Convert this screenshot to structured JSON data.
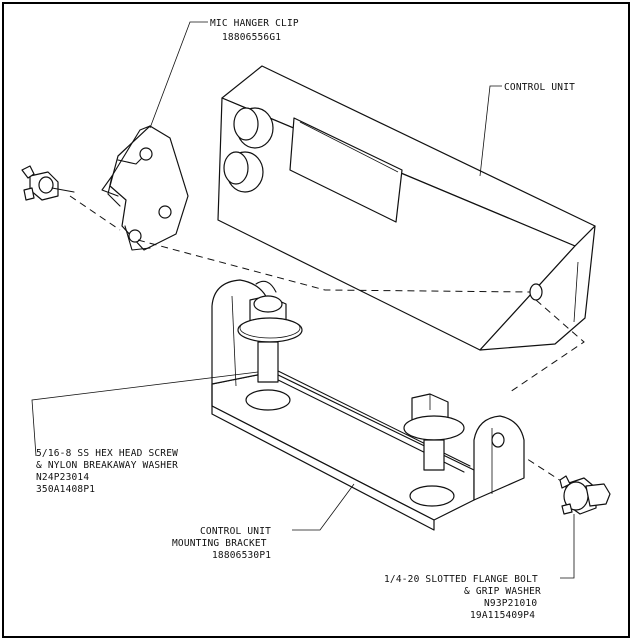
{
  "labels": {
    "mic_clip": [
      "MIC HANGER CLIP",
      "18806556G1"
    ],
    "control_unit": [
      "CONTROL UNIT"
    ],
    "screw": [
      "5/16-8 SS HEX HEAD SCREW",
      "& NYLON BREAKAWAY WASHER",
      "N24P23014",
      "350A1408P1"
    ],
    "bracket": [
      "CONTROL UNIT",
      "MOUNTING BRACKET",
      "18806530P1"
    ],
    "bolt": [
      "1/4-20 SLOTTED FLANGE BOLT",
      "& GRIP WASHER",
      "N93P21010",
      "19A115409P4"
    ]
  }
}
